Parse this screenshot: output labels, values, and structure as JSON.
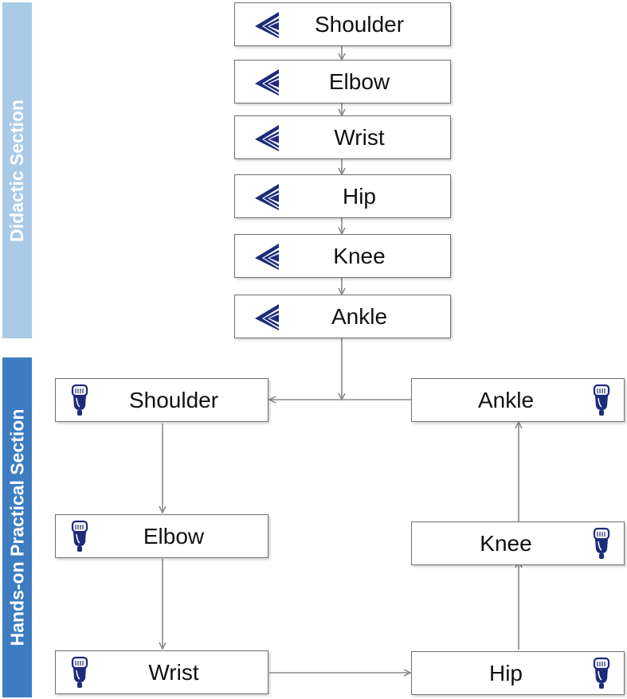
{
  "sections": {
    "didactic": "Didactic Section",
    "practical": "Hands-on Practical Section"
  },
  "didactic_steps": [
    {
      "label": "Shoulder",
      "icon": "book-icon"
    },
    {
      "label": "Elbow",
      "icon": "book-icon"
    },
    {
      "label": "Wrist",
      "icon": "book-icon"
    },
    {
      "label": "Hip",
      "icon": "book-icon"
    },
    {
      "label": "Knee",
      "icon": "book-icon"
    },
    {
      "label": "Ankle",
      "icon": "book-icon"
    }
  ],
  "practical_steps": [
    {
      "label": "Shoulder",
      "icon": "ultrasound-probe-icon"
    },
    {
      "label": "Elbow",
      "icon": "ultrasound-probe-icon"
    },
    {
      "label": "Wrist",
      "icon": "ultrasound-probe-icon"
    },
    {
      "label": "Hip",
      "icon": "ultrasound-probe-icon"
    },
    {
      "label": "Knee",
      "icon": "ultrasound-probe-icon"
    },
    {
      "label": "Ankle",
      "icon": "ultrasound-probe-icon"
    }
  ],
  "colors": {
    "didactic_band": "#a9cbe8",
    "practical_band": "#3e7dc1",
    "icon": "#1d2b7a",
    "connector": "#8a8a8a",
    "box_border": "#6f6f6f"
  }
}
